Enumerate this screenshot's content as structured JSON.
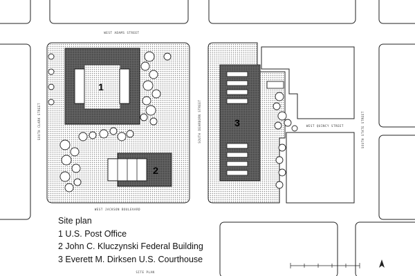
{
  "caption": {
    "title": "Site plan",
    "items": [
      "1 U.S. Post Office",
      "2 John C. Kluczynski Federal Building",
      "3 Everett M. Dirksen U.S. Courthouse"
    ]
  },
  "buildings": [
    {
      "number": "1",
      "name": "U.S. Post Office"
    },
    {
      "number": "2",
      "name": "John C. Kluczynski Federal Building"
    },
    {
      "number": "3",
      "name": "Everett M. Dirksen U.S. Courthouse"
    }
  ],
  "streets": {
    "north": "WEST ADAMS STREET",
    "south": "WEST JACKSON BOULEVARD",
    "west": "SOUTH CLARK STREET",
    "middle": "SOUTH DEARBORN STREET",
    "east_cross": "WEST QUINCY STREET",
    "east": "SOUTH STATE STREET",
    "bottom": "SITE PLAN"
  },
  "colors": {
    "background": "#ffffff",
    "ink": "#111111",
    "plaza_dot": "#8a8a8a",
    "building_base": "#777777"
  }
}
